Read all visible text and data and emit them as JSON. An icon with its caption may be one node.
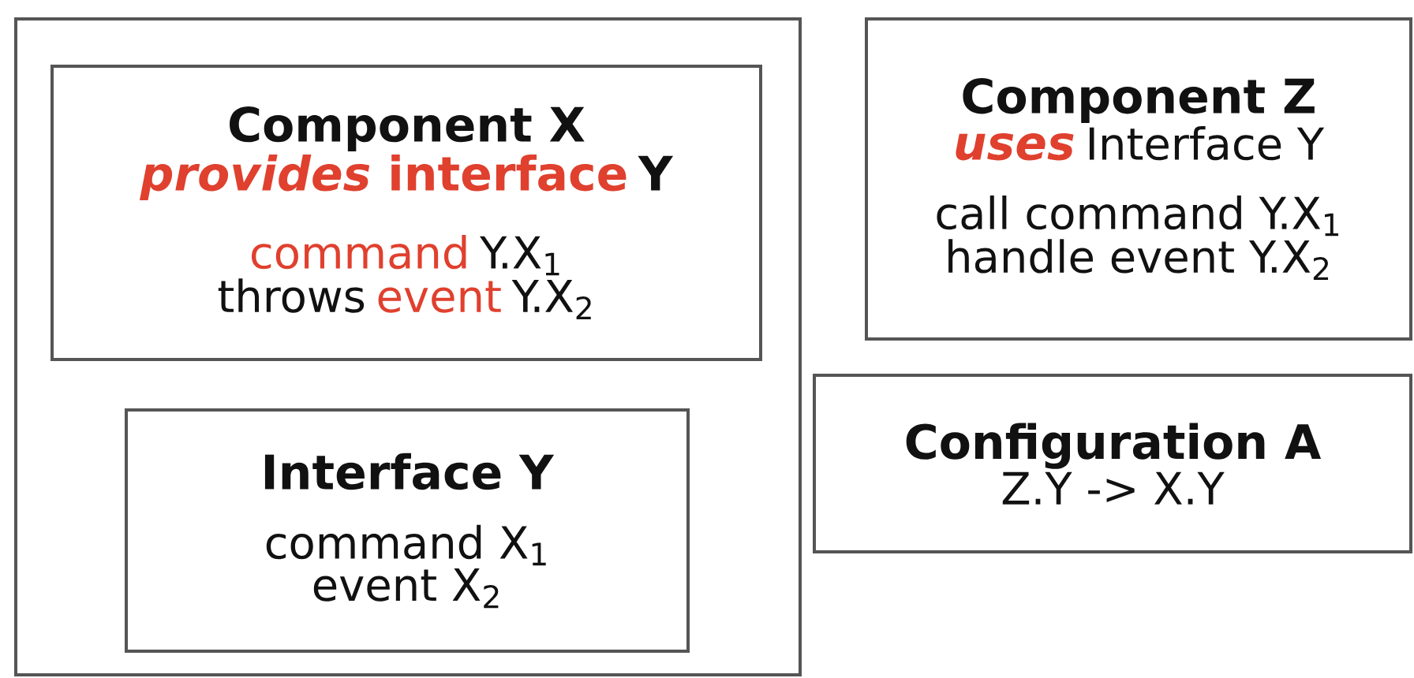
{
  "diagram": {
    "nodes": [
      {
        "text": [],
        "shape": "box"
      },
      {
        "text": [
          "Component X",
          "*provides* interface",
          "Y",
          "command",
          "Y.X$_{1}$",
          "throws",
          "event",
          "Y.X$_{2}$"
        ],
        "in": 0
      },
      {
        "text": [
          "Interface Y",
          "command X$_{1}$",
          "event X$_{2}$"
        ],
        "in": 0
      },
      {
        "text": [
          "Component Z",
          "uses",
          "Interface Y",
          "call command Y.X$_{1}$",
          "handle event Y.X$_{2}$"
        ]
      },
      {
        "text": [
          "Configuration A",
          "Z.Y -> X.Y"
        ]
      }
    ]
  }
}
